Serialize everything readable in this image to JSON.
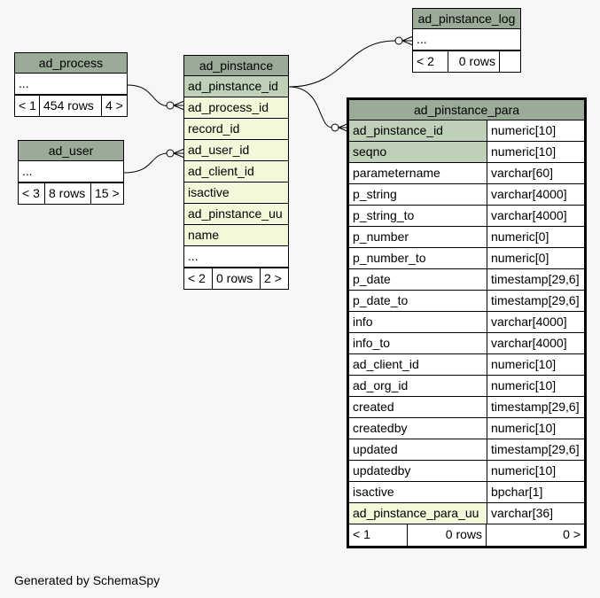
{
  "tables": {
    "ad_process": {
      "name": "ad_process",
      "ellipsis": "...",
      "footer": [
        "< 1",
        "454 rows",
        "4 >"
      ]
    },
    "ad_user": {
      "name": "ad_user",
      "ellipsis": "...",
      "footer": [
        "< 3",
        "8 rows",
        "15 >"
      ]
    },
    "ad_pinstance_log": {
      "name": "ad_pinstance_log",
      "ellipsis": "...",
      "footer": [
        "< 2",
        "0 rows",
        ""
      ]
    },
    "ad_pinstance": {
      "name": "ad_pinstance",
      "columns": [
        "ad_pinstance_id",
        "ad_process_id",
        "record_id",
        "ad_user_id",
        "ad_client_id",
        "isactive",
        "ad_pinstance_uu",
        "name"
      ],
      "ellipsis": "...",
      "footer": [
        "< 2",
        "0 rows",
        "2 >"
      ]
    },
    "ad_pinstance_para": {
      "name": "ad_pinstance_para",
      "columns": [
        {
          "name": "ad_pinstance_id",
          "type": "numeric[10]",
          "kind": "pk"
        },
        {
          "name": "seqno",
          "type": "numeric[10]",
          "kind": "pk"
        },
        {
          "name": "parametername",
          "type": "varchar[60]",
          "kind": "plain"
        },
        {
          "name": "p_string",
          "type": "varchar[4000]",
          "kind": "plain"
        },
        {
          "name": "p_string_to",
          "type": "varchar[4000]",
          "kind": "plain"
        },
        {
          "name": "p_number",
          "type": "numeric[0]",
          "kind": "plain"
        },
        {
          "name": "p_number_to",
          "type": "numeric[0]",
          "kind": "plain"
        },
        {
          "name": "p_date",
          "type": "timestamp[29,6]",
          "kind": "plain"
        },
        {
          "name": "p_date_to",
          "type": "timestamp[29,6]",
          "kind": "plain"
        },
        {
          "name": "info",
          "type": "varchar[4000]",
          "kind": "plain"
        },
        {
          "name": "info_to",
          "type": "varchar[4000]",
          "kind": "plain"
        },
        {
          "name": "ad_client_id",
          "type": "numeric[10]",
          "kind": "plain"
        },
        {
          "name": "ad_org_id",
          "type": "numeric[10]",
          "kind": "plain"
        },
        {
          "name": "created",
          "type": "timestamp[29,6]",
          "kind": "plain"
        },
        {
          "name": "createdby",
          "type": "numeric[10]",
          "kind": "plain"
        },
        {
          "name": "updated",
          "type": "timestamp[29,6]",
          "kind": "plain"
        },
        {
          "name": "updatedby",
          "type": "numeric[10]",
          "kind": "plain"
        },
        {
          "name": "isactive",
          "type": "bpchar[1]",
          "kind": "plain"
        },
        {
          "name": "ad_pinstance_para_uu",
          "type": "varchar[36]",
          "kind": "idx"
        }
      ],
      "footer": [
        "< 1",
        "0 rows",
        "0 >"
      ]
    }
  },
  "generated_by": "Generated by SchemaSpy",
  "colors": {
    "header": "#9aab97",
    "pk": "#bed1b8",
    "indexed": "#f4f7da",
    "background": "#f7f7f7"
  }
}
